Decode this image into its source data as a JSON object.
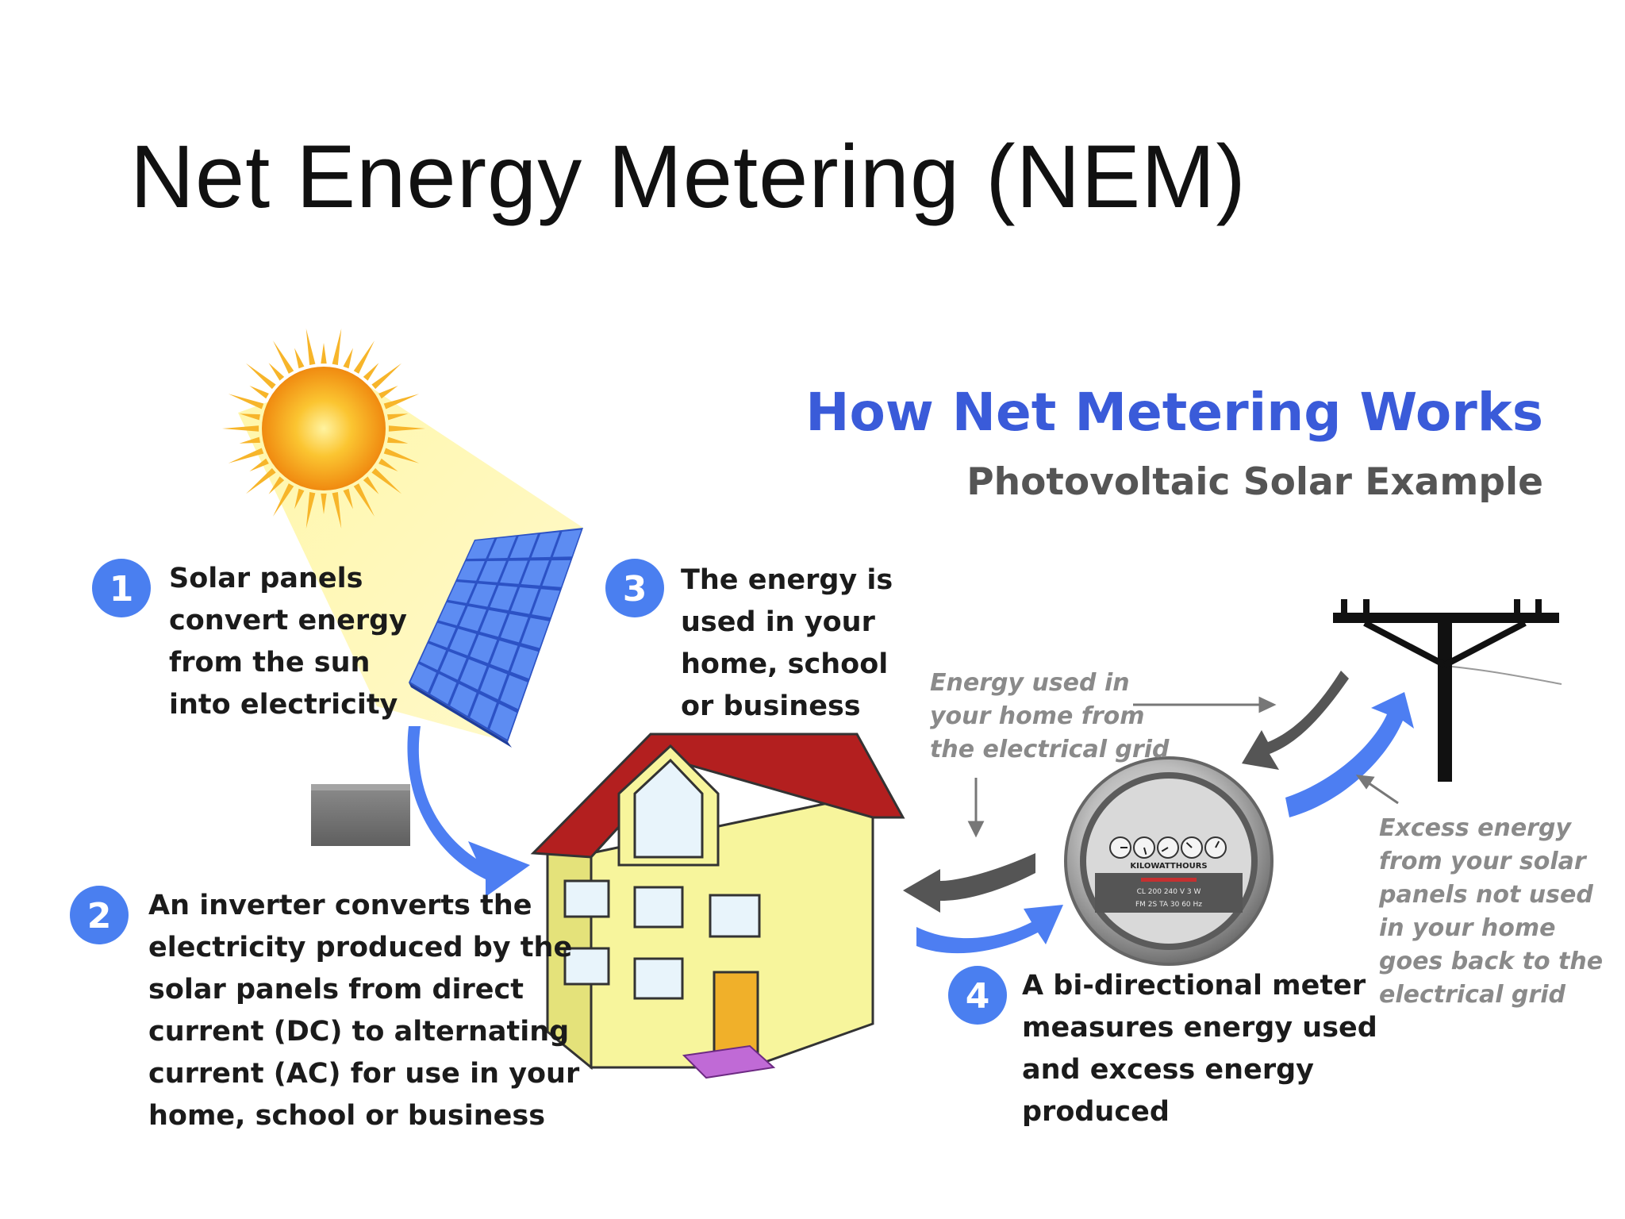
{
  "slide": {
    "title": "Net Energy Metering (NEM)"
  },
  "figure": {
    "heading": "How Net Metering Works",
    "subheading": "Photovoltaic Solar Example",
    "steps": [
      {
        "number": "1",
        "lines": [
          "Solar panels",
          "convert energy",
          "from the sun",
          "into electricity"
        ]
      },
      {
        "number": "2",
        "lines": [
          "An inverter converts the",
          "electricity produced by the",
          "solar panels from direct",
          "current (DC) to alternating",
          "current (AC) for use in your",
          "home, school or business"
        ]
      },
      {
        "number": "3",
        "lines": [
          "The energy is",
          "used in your",
          "home, school",
          "or business"
        ]
      },
      {
        "number": "4",
        "lines": [
          "A bi-directional meter",
          "measures energy used",
          "and excess energy",
          "produced"
        ]
      }
    ],
    "notes": {
      "grid_in": [
        "Energy used in",
        "your home from",
        "the electrical grid"
      ],
      "excess": [
        "Excess energy",
        "from your solar",
        "panels not used",
        "in your home",
        "goes back to the",
        "electrical grid"
      ]
    },
    "meter": {
      "label": "KILOWATTHOURS",
      "spec_line1": "CL 200  240 V  3 W",
      "spec_line2": "FM 2S  TA 30  60 Hz"
    },
    "colors": {
      "heading": "#3a5bd9",
      "badge": "#4a7ff0",
      "arrow_blue": "#4d7ef2",
      "arrow_gray": "#555555",
      "roof": "#b31f1f",
      "house_wall": "#f7f59c",
      "panel": "#3f6fe8",
      "sun": "#f6a317"
    },
    "icons": [
      "sun-icon",
      "solar-panel-icon",
      "inverter-box-icon",
      "house-icon",
      "electric-meter-icon",
      "utility-pole-icon"
    ]
  }
}
